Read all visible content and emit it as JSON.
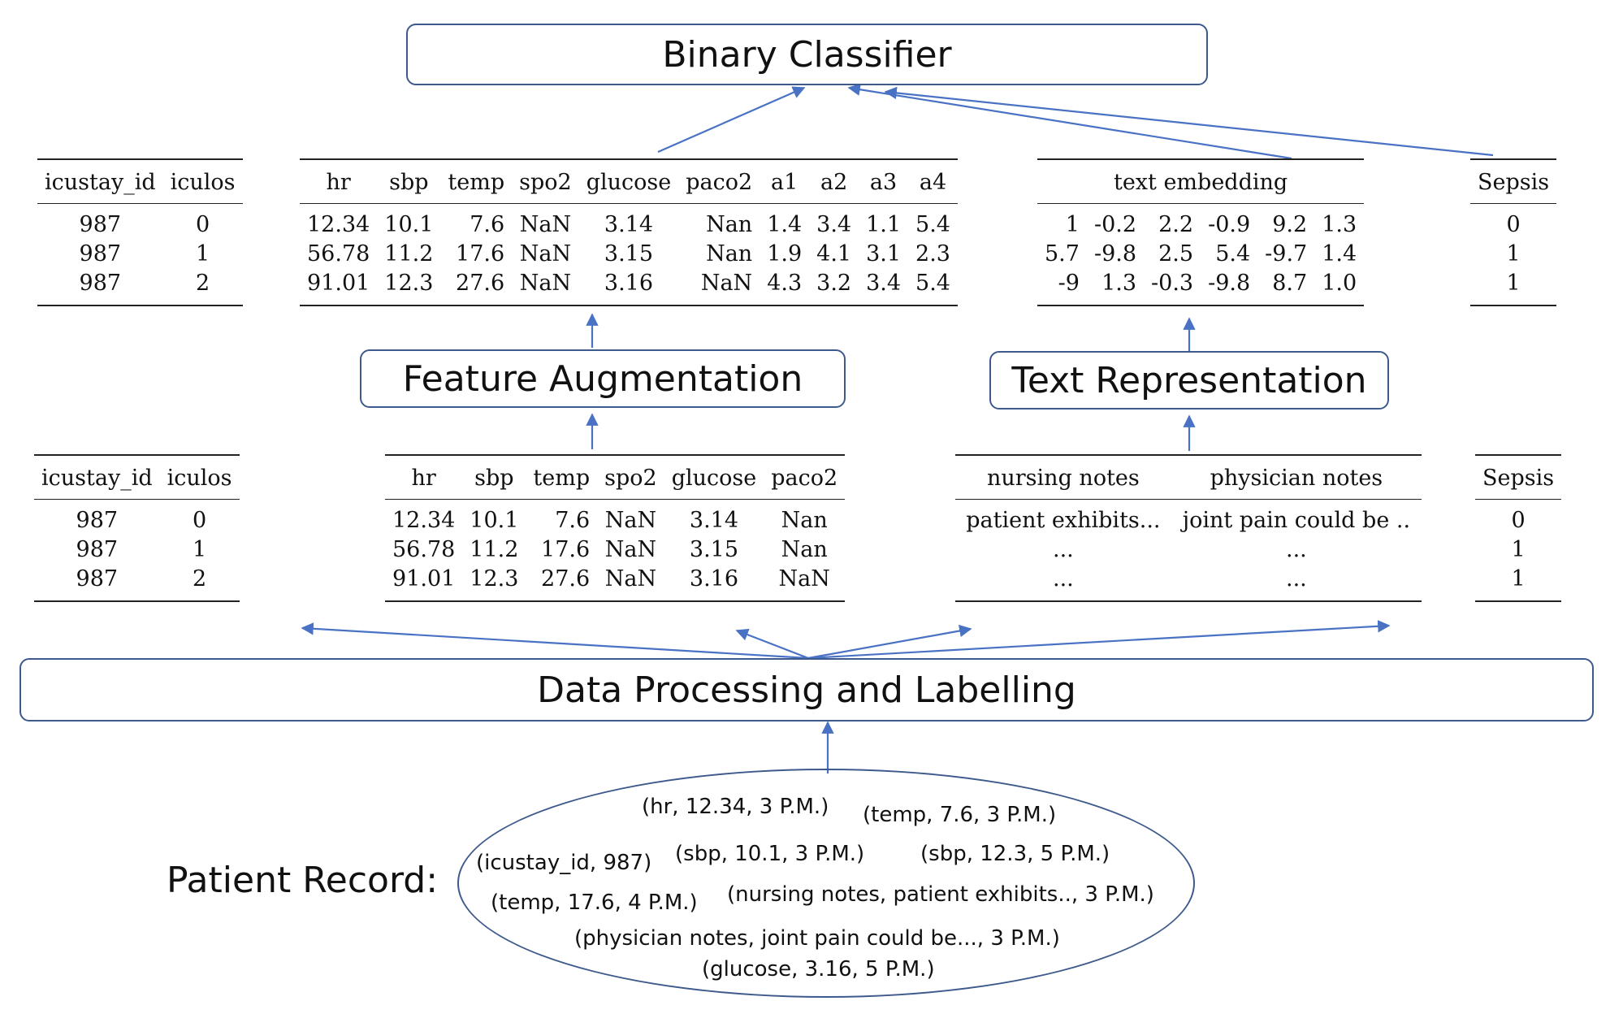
{
  "boxes": {
    "binary_classifier": "Binary Classifier",
    "feature_augmentation": "Feature Augmentation",
    "text_representation": "Text Representation",
    "data_processing": "Data Processing and Labelling"
  },
  "top_tables": {
    "id": {
      "headers": [
        "icustay_id",
        "iculos"
      ],
      "rows": [
        [
          "987",
          "0"
        ],
        [
          "987",
          "1"
        ],
        [
          "987",
          "2"
        ]
      ]
    },
    "features": {
      "headers": [
        "hr",
        "sbp",
        "temp",
        "spo2",
        "glucose",
        "paco2",
        "a1",
        "a2",
        "a3",
        "a4"
      ],
      "rows": [
        [
          "12.34",
          "10.1",
          "7.6",
          "NaN",
          "3.14",
          "Nan",
          "1.4",
          "3.4",
          "1.1",
          "5.4"
        ],
        [
          "56.78",
          "11.2",
          "17.6",
          "NaN",
          "3.15",
          "Nan",
          "1.9",
          "4.1",
          "3.1",
          "2.3"
        ],
        [
          "91.01",
          "12.3",
          "27.6",
          "NaN",
          "3.16",
          "NaN",
          "4.3",
          "3.2",
          "3.4",
          "5.4"
        ]
      ]
    },
    "embedding": {
      "header": "text embedding",
      "rows": [
        [
          "1",
          "-0.2",
          "2.2",
          "-0.9",
          "9.2",
          "1.3"
        ],
        [
          "5.7",
          "-9.8",
          "2.5",
          "5.4",
          "-9.7",
          "1.4"
        ],
        [
          "-9",
          "1.3",
          "-0.3",
          "-9.8",
          "8.7",
          "1.0"
        ]
      ]
    },
    "label": {
      "header": "Sepsis",
      "rows": [
        [
          "0"
        ],
        [
          "1"
        ],
        [
          "1"
        ]
      ]
    }
  },
  "bottom_tables": {
    "id": {
      "headers": [
        "icustay_id",
        "iculos"
      ],
      "rows": [
        [
          "987",
          "0"
        ],
        [
          "987",
          "1"
        ],
        [
          "987",
          "2"
        ]
      ]
    },
    "features": {
      "headers": [
        "hr",
        "sbp",
        "temp",
        "spo2",
        "glucose",
        "paco2"
      ],
      "rows": [
        [
          "12.34",
          "10.1",
          "7.6",
          "NaN",
          "3.14",
          "Nan"
        ],
        [
          "56.78",
          "11.2",
          "17.6",
          "NaN",
          "3.15",
          "Nan"
        ],
        [
          "91.01",
          "12.3",
          "27.6",
          "NaN",
          "3.16",
          "NaN"
        ]
      ]
    },
    "notes": {
      "headers": [
        "nursing notes",
        "physician notes"
      ],
      "rows": [
        [
          "patient exhibits...",
          "joint pain could be .."
        ],
        [
          "...",
          "..."
        ],
        [
          "...",
          "..."
        ]
      ]
    },
    "label": {
      "header": "Sepsis",
      "rows": [
        [
          "0"
        ],
        [
          "1"
        ],
        [
          "1"
        ]
      ]
    }
  },
  "patient_record": {
    "label": "Patient Record:",
    "entries": [
      "(hr, 12.34, 3 P.M.)",
      "(temp, 7.6, 3 P.M.)",
      "(icustay_id, 987)",
      "(sbp, 10.1, 3 P.M.)",
      "(sbp, 12.3, 5 P.M.)",
      "(temp, 17.6, 4 P.M.)",
      "(nursing notes, patient exhibits.., 3 P.M.)",
      "(physician notes, joint pain could be..., 3 P.M.)",
      "(glucose, 3.16, 5 P.M.)"
    ]
  }
}
